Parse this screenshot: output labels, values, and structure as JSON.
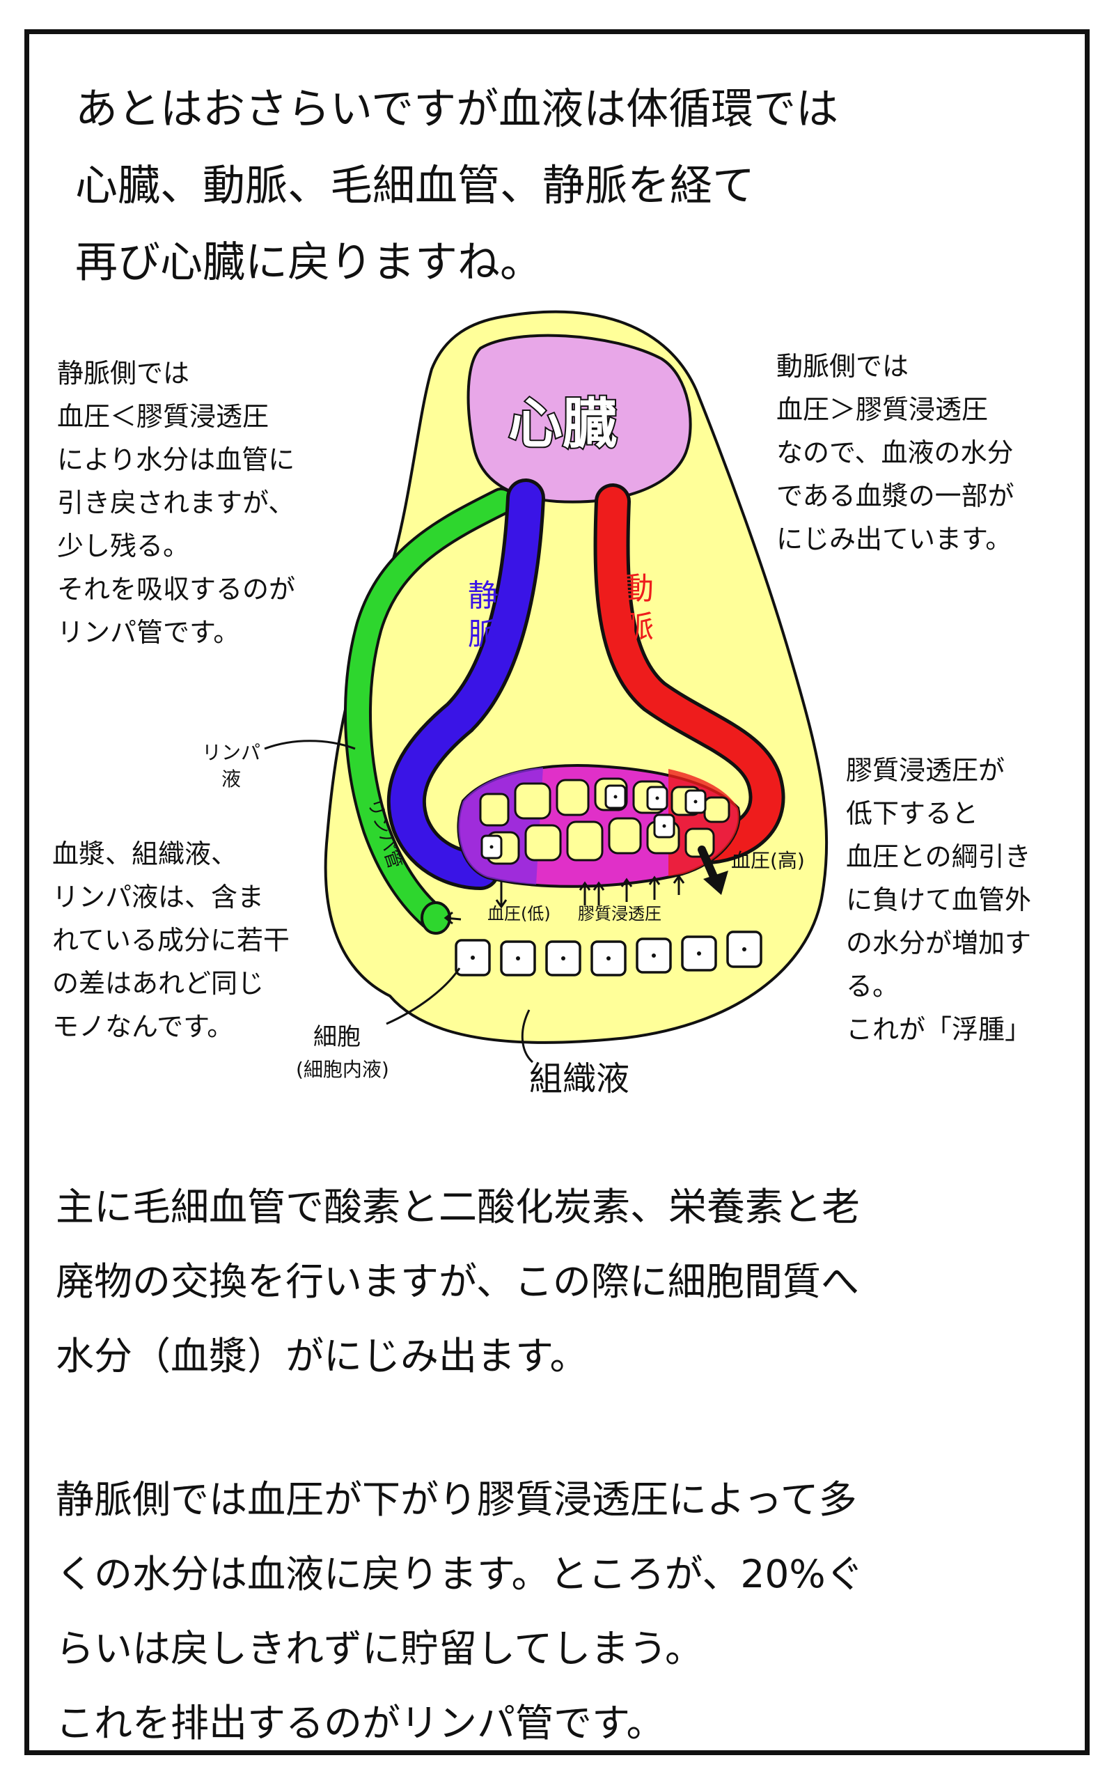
{
  "intro": {
    "lines": [
      "あとはおさらいですが血液は体循環では",
      "心臓、動脈、毛細血管、静脈を経て",
      "再び心臓に戻りますね。"
    ]
  },
  "annotations": {
    "vein_side": {
      "lines": [
        "静脈側では",
        "血圧＜膠質浸透圧",
        "により水分は血管に",
        "引き戻されますが、",
        "少し残る。",
        "それを吸収するのが",
        "リンパ管です。"
      ]
    },
    "artery_side": {
      "lines": [
        "動脈側では",
        "血圧＞膠質浸透圧",
        "なので、血液の水分",
        "である血漿の一部が",
        "にじみ出ています。"
      ]
    },
    "plasma": {
      "lines": [
        "血漿、組織液、",
        "リンパ液は、含ま",
        "れている成分に若干",
        "の差はあれど同じ",
        "モノなんです。"
      ]
    },
    "edema": {
      "lines": [
        "膠質浸透圧が",
        "低下すると",
        "血圧との綱引き",
        "に負けて血管外",
        "の水分が増加す",
        "る。",
        "これが「浮腫」"
      ]
    }
  },
  "diagram": {
    "heart": "心臓",
    "vein_label": [
      "静",
      "脈"
    ],
    "artery_label": [
      "動",
      "脈"
    ],
    "lymph_fluid_label": [
      "リンパ",
      "液"
    ],
    "lymph_vessel_label": "リンパ管",
    "pressure_low": "血圧(低)",
    "colloid_pressure": "膠質浸透圧",
    "pressure_high": "血圧(高)",
    "cell_label": [
      "細胞",
      "(細胞内液)"
    ],
    "tissue_fluid_label": "組織液",
    "colors": {
      "body": "#ffff99",
      "heart": "#e8a7e8",
      "vein": "#3a14e6",
      "artery": "#ee1c1c",
      "lymph": "#2ed62e",
      "capillary": "#e030c8"
    }
  },
  "outro": {
    "para1": [
      "主に毛細血管で酸素と二酸化炭素、栄養素と老",
      "廃物の交換を行いますが、この際に細胞間質へ",
      "水分（血漿）がにじみ出ます。"
    ],
    "para2": [
      "静脈側では血圧が下がり膠質浸透圧によって多",
      "くの水分は血液に戻ります。ところが、20%ぐ",
      "らいは戻しきれずに貯留してしまう。",
      "これを排出するのがリンパ管です。"
    ]
  }
}
